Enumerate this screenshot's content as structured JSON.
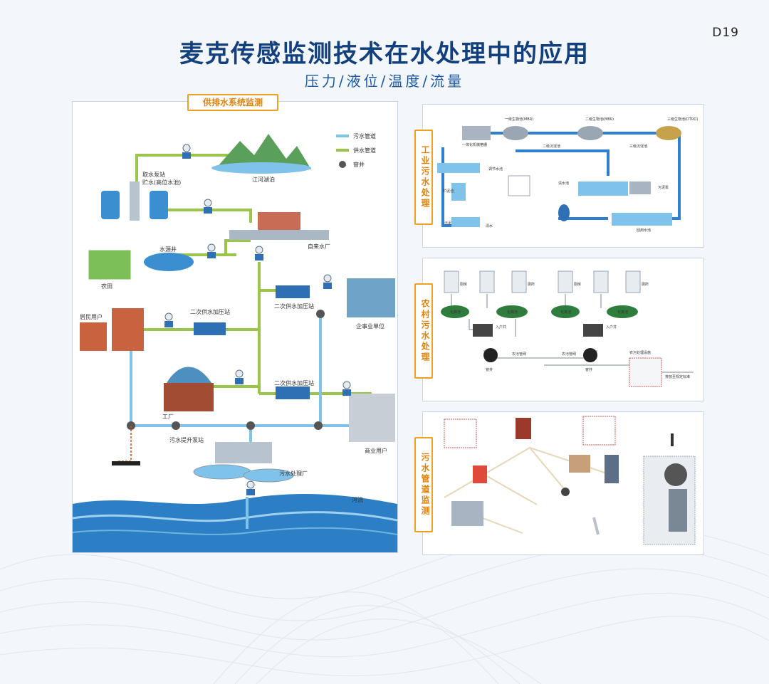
{
  "header": {
    "page_number": "D19",
    "title": "麦克传感监测技术在水处理中的应用",
    "subtitle": "压力/液位/温度/流量"
  },
  "supply_panel": {
    "tag": "供排水系统监测",
    "legend": {
      "sewage_pipe": "污水管道",
      "supply_pipe": "供水管道",
      "manhole": "窨井"
    },
    "labels": {
      "intake_station": "取水泵站",
      "storage": "贮水(高位水池)",
      "river_lake": "江河湖泊",
      "water_source_well": "水源井",
      "farmland": "农田",
      "waterworks": "自来水厂",
      "residents": "居民用户",
      "booster_a": "二次供水加压站",
      "booster_b": "二次供水加压站",
      "booster_c": "二次供水加压站",
      "institution": "企事业单位",
      "factory": "工厂",
      "sewage_lift": "污水提升泵站",
      "commercial": "商业用户",
      "sewage_plant": "污水处理厂",
      "river": "河流"
    },
    "colors": {
      "sewage": "#7fc3ea",
      "supply": "#9bc44b",
      "manhole": "#555555",
      "river": "#2c7fc4"
    }
  },
  "industrial_panel": {
    "tag": "工业污水处理",
    "labels": {
      "coarse_screen": "一体化机械格栅",
      "tank1": "一级生物池(MBR)",
      "tank2": "二级生物池(MBR)",
      "tank3": "三级生物池(DTRO)",
      "clarifier1": "二级沉淀池",
      "clarifier2": "三级沉淀池",
      "equalization": "调节水池",
      "sludge_pump": "污泥泵",
      "sludge_tank": "贮泥池",
      "sludge": "污泥",
      "clean_tank": "清水池",
      "reuse": "回用水池",
      "clean_water": "清水"
    }
  },
  "rural_panel": {
    "tag": "农村污水处理",
    "labels": {
      "kitchen": "厨房",
      "toilet": "厕所",
      "septic": "化粪池",
      "inlet": "入户井",
      "pipe": "农污管网",
      "manhole": "窨井",
      "station": "农污处理设施",
      "discharge": "排放至规定标准"
    }
  },
  "pipe_panel": {
    "tag": "污水管道监测"
  }
}
